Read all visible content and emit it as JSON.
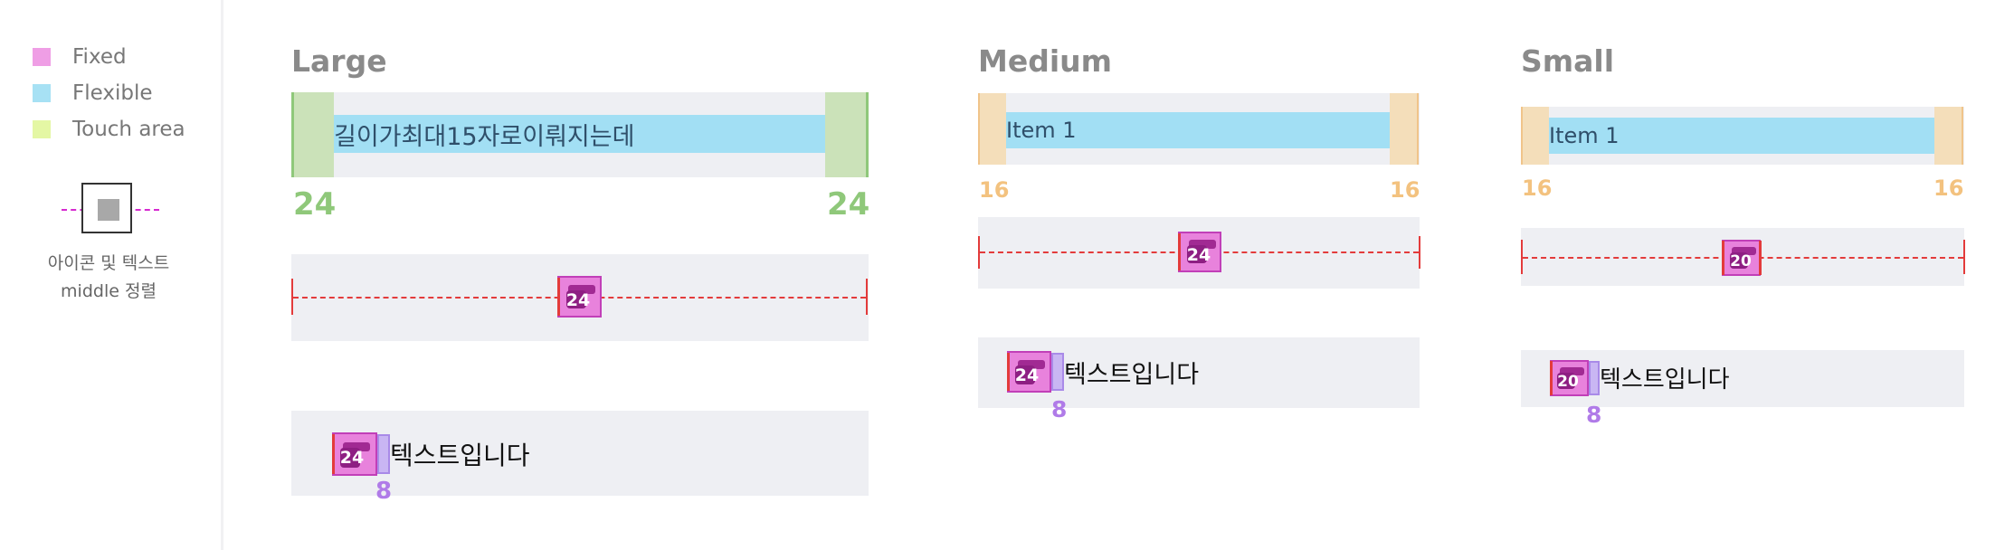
{
  "legend": {
    "items": [
      {
        "label": "Fixed",
        "color": "#ef9ee5"
      },
      {
        "label": "Flexible",
        "color": "#a7e1f4"
      },
      {
        "label": "Touch area",
        "color": "#e4f7a4"
      }
    ],
    "note": "아이콘 및 텍스트\nmiddle 정렬"
  },
  "large": {
    "title": "Large",
    "bar_text": "길이가최대15자로이뤄지는데",
    "pad_left": "24",
    "pad_right": "24",
    "icon_center": "24",
    "icon_text": "24",
    "text": "텍스트입니다",
    "gap": "8"
  },
  "medium": {
    "title": "Medium",
    "bar_text": "Item 1",
    "pad_left": "16",
    "pad_right": "16",
    "icon_center": "24",
    "icon_text": "24",
    "text": "텍스트입니다",
    "gap": "8"
  },
  "small": {
    "title": "Small",
    "bar_text": "Item 1",
    "pad_left": "16",
    "pad_right": "16",
    "icon_center": "20",
    "icon_text": "20",
    "text": "텍스트입니다",
    "gap": "8"
  },
  "colors": {
    "fixed": "#ef9ee5",
    "flexible": "#a2dff4",
    "touch_area": "#e4f7a4",
    "padding_large": "#cbe2b9",
    "padding_small": "#f4deba",
    "guide_line": "#e33b3b",
    "background": "#eeeff3"
  }
}
